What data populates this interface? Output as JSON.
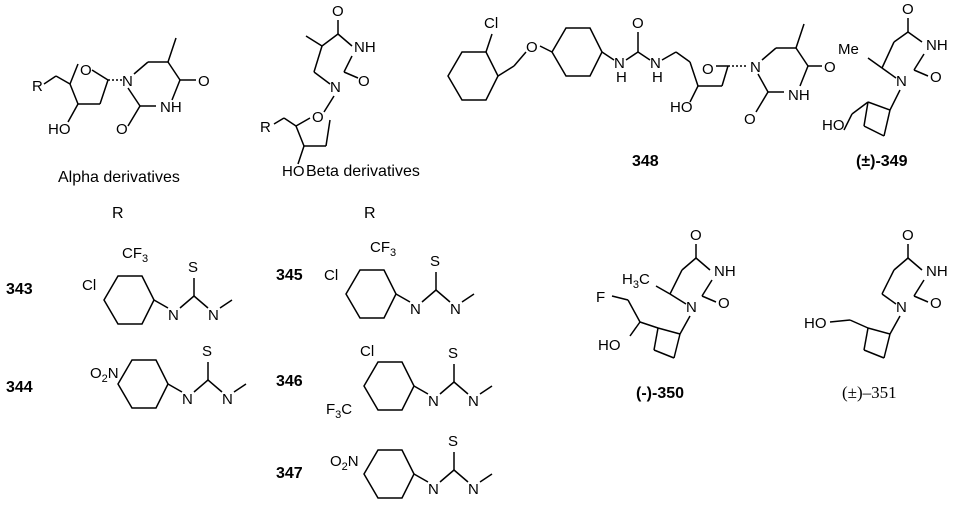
{
  "captions": {
    "alpha": "Alpha derivatives",
    "beta": "Beta derivatives",
    "r_alpha": "R",
    "r_beta": "R"
  },
  "compound_ids": {
    "c343": "343",
    "c344": "344",
    "c345": "345",
    "c346": "346",
    "c347": "347",
    "c348": "348",
    "c349": "(±)-349",
    "c350": "(-)-350",
    "c351": "(±)–351"
  },
  "atoms": {
    "R": "R",
    "O": "O",
    "N": "N",
    "NH": "NH",
    "HO": "HO",
    "H": "H",
    "S": "S",
    "Cl": "Cl",
    "F": "F",
    "Me": "Me",
    "CF3_main": "CF",
    "CF3_sub": "3",
    "F3C_main": "F",
    "F3C_sub": "3",
    "F3C_tail": "C",
    "O2N_main": "O",
    "O2N_sub": "2",
    "O2N_tail": "N",
    "H3C_main": "H",
    "H3C_sub": "3",
    "H3C_tail": "C"
  }
}
